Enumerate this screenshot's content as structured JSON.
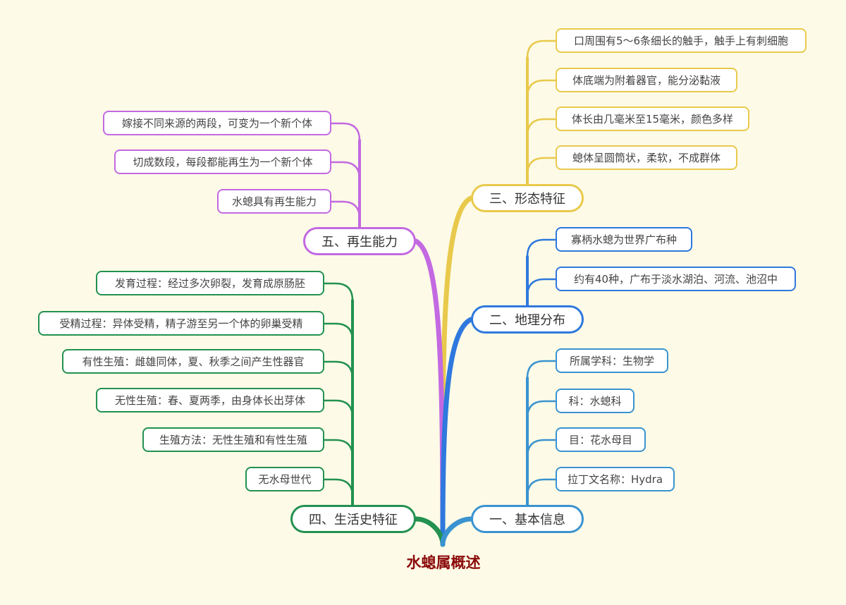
{
  "root": {
    "label": "水螅属概述",
    "color": "#8b0a0a"
  },
  "branches": [
    {
      "id": "basic-info",
      "label": "一、基本信息",
      "color": "#3a93d0",
      "leaves": [
        "所属学科：生物学",
        "科：水螅科",
        "目：花水母目",
        "拉丁文名称：Hydra"
      ]
    },
    {
      "id": "geo-distribution",
      "label": "二、地理分布",
      "color": "#2f78de",
      "leaves": [
        "寡柄水螅为世界广布种",
        "约有40种，广布于淡水湖泊、河流、池沼中"
      ]
    },
    {
      "id": "morphology",
      "label": "三、形态特征",
      "color": "#e9c94c",
      "leaves": [
        "口周围有5～6条细长的触手，触手上有刺细胞",
        "体底端为附着器官，能分泌黏液",
        "体长由几毫米至15毫米，颜色多样",
        "螅体呈圆筒状，柔软，不成群体"
      ]
    },
    {
      "id": "life-history",
      "label": "四、生活史特征",
      "color": "#239150",
      "leaves": [
        "发育过程：经过多次卵裂，发育成原肠胚",
        "受精过程：异体受精，精子游至另一个体的卵巢受精",
        "有性生殖：雌雄同体，夏、秋季之间产生性器官",
        "无性生殖：春、夏两季，由身体长出芽体",
        "生殖方法：无性生殖和有性生殖",
        "无水母世代"
      ]
    },
    {
      "id": "regeneration",
      "label": "五、再生能力",
      "color": "#c369e1",
      "leaves": [
        "嫁接不同来源的两段，可变为一个新个体",
        "切成数段，每段都能再生为一个新个体",
        "水螅具有再生能力"
      ]
    }
  ]
}
